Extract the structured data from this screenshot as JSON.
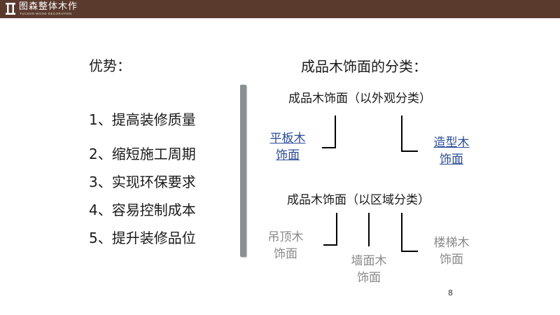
{
  "brand": {
    "name": "图森整体木作",
    "sub": "TUCSON WOOD DECORATION"
  },
  "advantages": {
    "title": "优势：",
    "items": [
      "1、提高装修质量",
      "2、缩短施工周期",
      "3、实现环保要求",
      "4、容易控制成本",
      "5、提升装修品位"
    ]
  },
  "classification": {
    "title": "成品木饰面的分类：",
    "by_appearance": {
      "title": "成品木饰面（以外观分类）",
      "flat": [
        "平板木",
        "饰面"
      ],
      "shaped": [
        "造型木",
        "饰面"
      ]
    },
    "by_area": {
      "title": "成品木饰面（以区域分类）",
      "ceiling": [
        "吊顶木",
        "饰面"
      ],
      "wall": [
        "墙面木",
        "饰面"
      ],
      "stair": [
        "楼梯木",
        "饰面"
      ]
    }
  },
  "page_number": "8",
  "colors": {
    "topbar": "#5b3a2e",
    "link": "#2a4c9a",
    "muted": "#8a8a8a",
    "divider": "#8a8f96"
  }
}
